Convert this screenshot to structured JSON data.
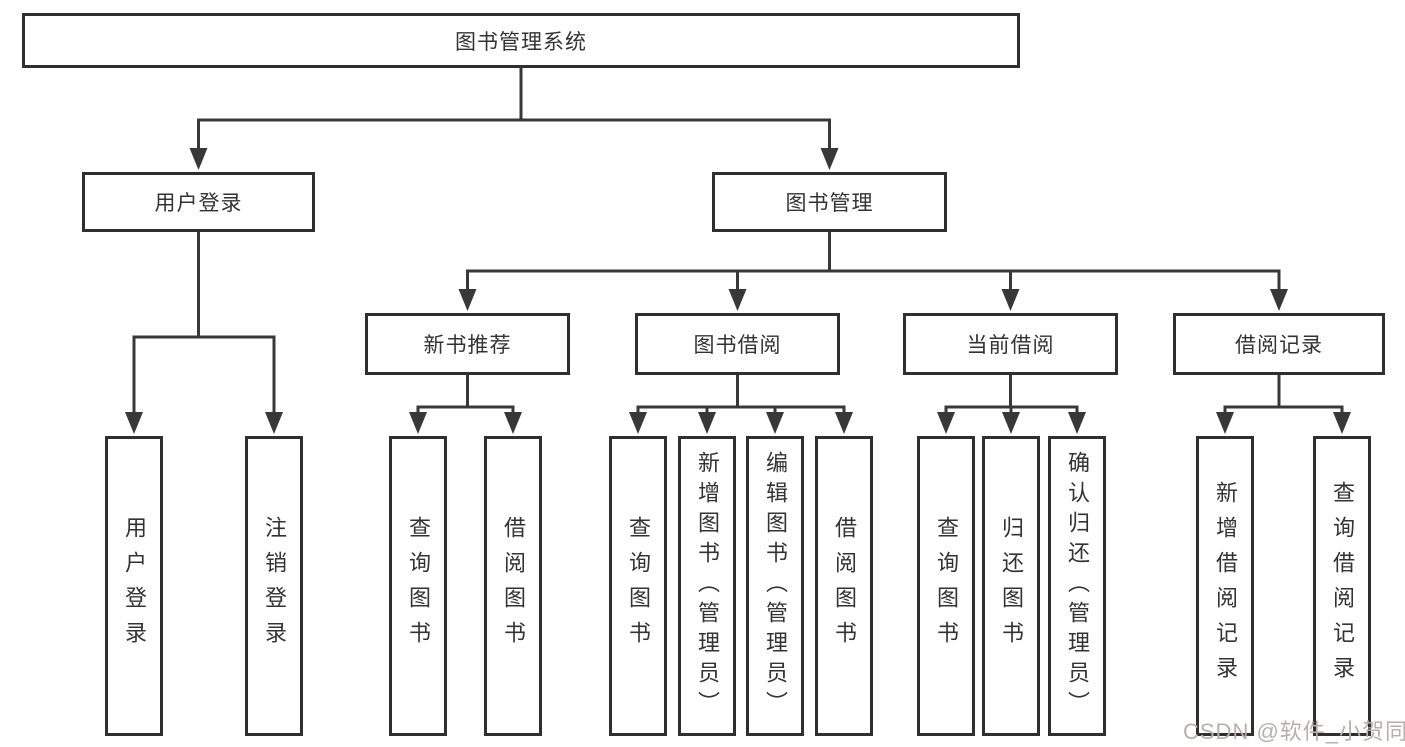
{
  "tree": {
    "root": {
      "label": "图书管理系统",
      "children": [
        {
          "label": "用户登录",
          "children": [
            {
              "label": "用户登录"
            },
            {
              "label": "注销登录"
            }
          ]
        },
        {
          "label": "图书管理",
          "children": [
            {
              "label": "新书推荐",
              "children": [
                {
                  "label": "查询图书"
                },
                {
                  "label": "借阅图书"
                }
              ]
            },
            {
              "label": "图书借阅",
              "children": [
                {
                  "label": "查询图书"
                },
                {
                  "label": "新增图书（管理员）"
                },
                {
                  "label": "编辑图书（管理员）"
                },
                {
                  "label": "借阅图书"
                }
              ]
            },
            {
              "label": "当前借阅",
              "children": [
                {
                  "label": "查询图书"
                },
                {
                  "label": "归还图书"
                },
                {
                  "label": "确认归还（管理员）"
                }
              ]
            },
            {
              "label": "借阅记录",
              "children": [
                {
                  "label": "新增借阅记录"
                },
                {
                  "label": "查询借阅记录"
                }
              ]
            }
          ]
        }
      ]
    }
  },
  "watermark": "CSDN @软件_小贺同学",
  "colors": {
    "line": "#383838",
    "border": "#2f2f2f",
    "text": "#333333",
    "watermark": "#b8aeac"
  }
}
